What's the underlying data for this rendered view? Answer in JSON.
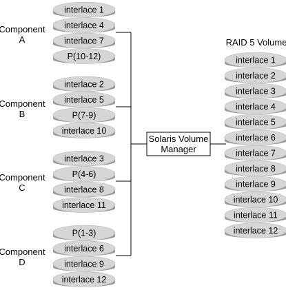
{
  "colors": {
    "disk_top": "#d6d6d6",
    "disk_side": "#9a9a9a",
    "disk_top_edge": "#b8b8b8",
    "line": "#000000",
    "box_fill": "#ffffff"
  },
  "components": [
    {
      "name": "Component",
      "letter": "A",
      "disks": [
        "interlace 1",
        "interlace 4",
        "interlace 7",
        "P(10-12)"
      ]
    },
    {
      "name": "Component",
      "letter": "B",
      "disks": [
        "interlace 2",
        "interlace 5",
        "P(7-9)",
        "interlace 10"
      ]
    },
    {
      "name": "Component",
      "letter": "C",
      "disks": [
        "interlace 3",
        "P(4-6)",
        "interlace 8",
        "interlace 11"
      ]
    },
    {
      "name": "Component",
      "letter": "D",
      "disks": [
        "P(1-3)",
        "interlace 6",
        "interlace 9",
        "interlace 12"
      ]
    }
  ],
  "manager": {
    "line1": "Solaris Volume",
    "line2": "Manager"
  },
  "volume": {
    "title": "RAID 5 Volume",
    "disks": [
      "interlace 1",
      "interlace 2",
      "interlace 3",
      "interlace 4",
      "interlace 5",
      "interlace 6",
      "interlace 7",
      "interlace 8",
      "interlace 9",
      "interlace 10",
      "interlace 11",
      "interlace 12"
    ]
  }
}
